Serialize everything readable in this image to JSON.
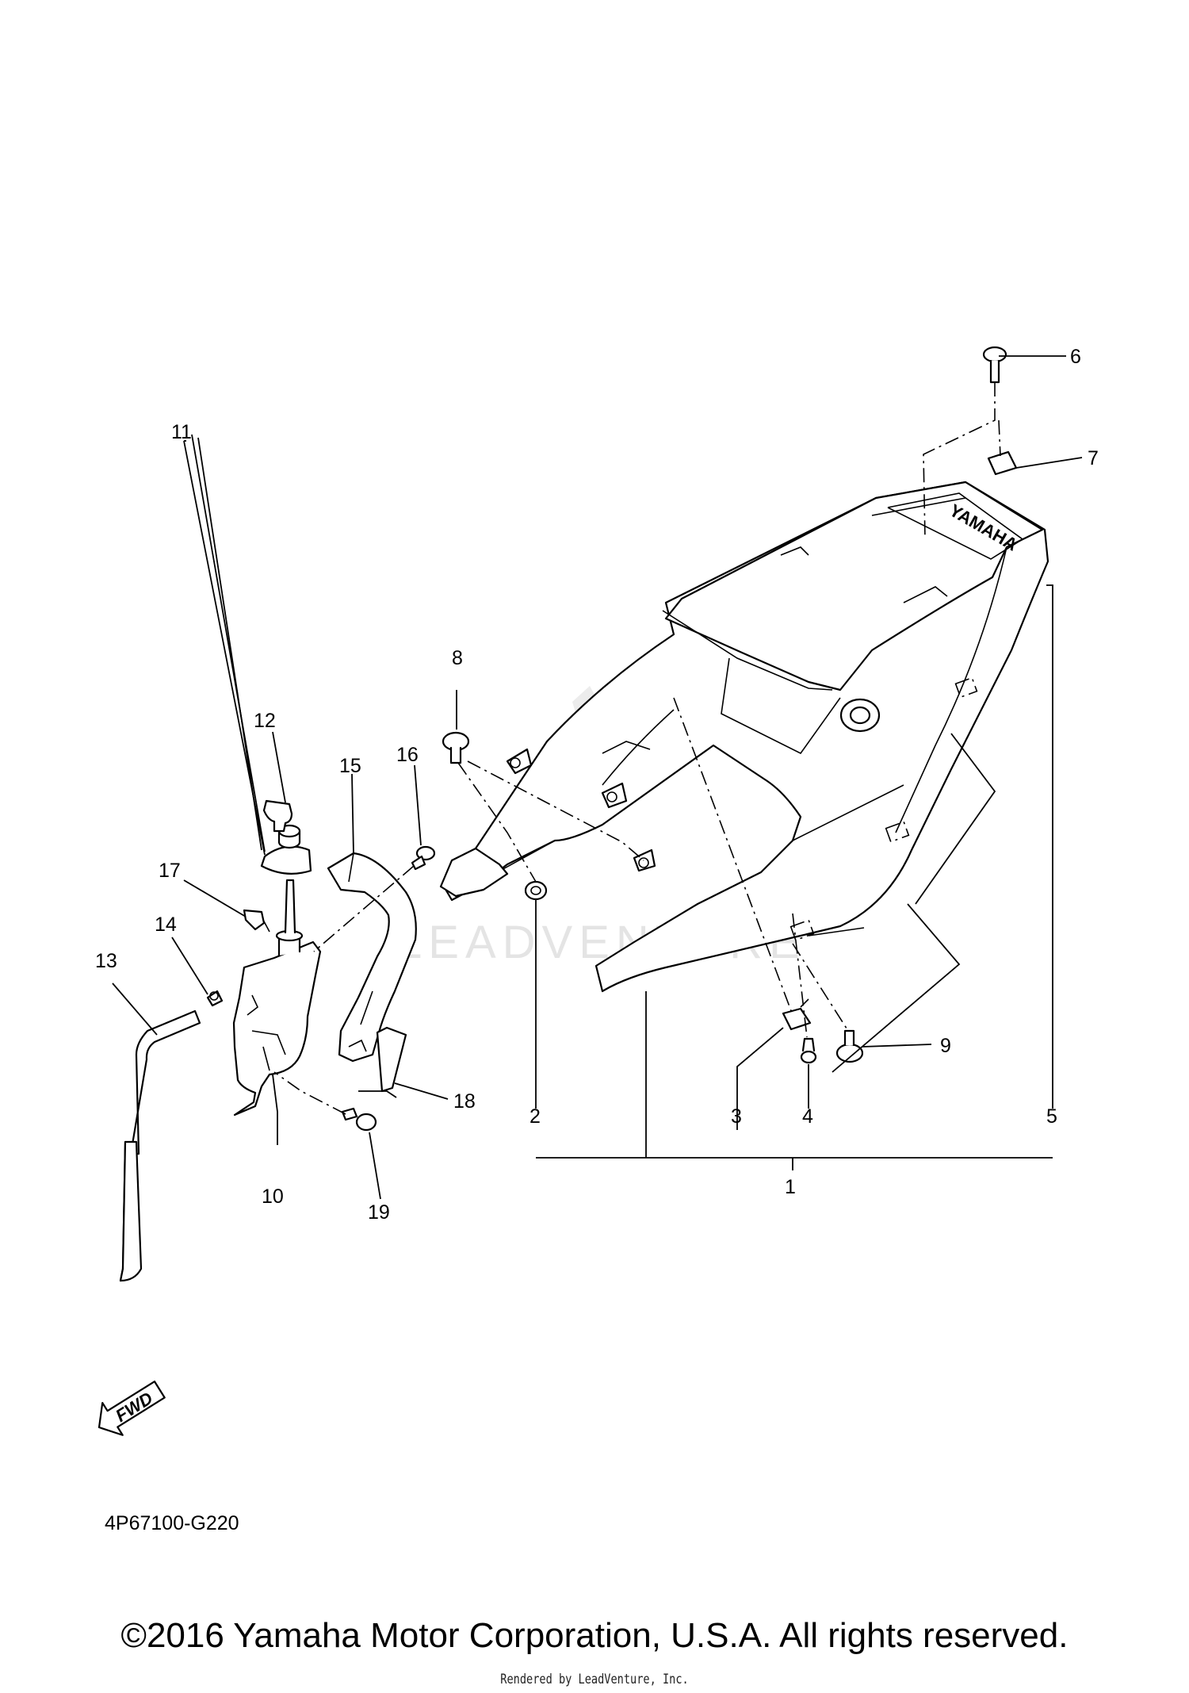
{
  "diagram_code": "4P67100-G220",
  "copyright": "©2016 Yamaha Motor Corporation, U.S.A. All rights reserved.",
  "rendered_by": "Rendered by LeadVenture, Inc.",
  "brand_mark": "YAMAHA",
  "fwd_label": "FWD",
  "watermark_text": "LEADVENTURE",
  "callouts": [
    "1",
    "2",
    "3",
    "4",
    "5",
    "6",
    "7",
    "8",
    "9",
    "10",
    "11",
    "12",
    "13",
    "14",
    "15",
    "16",
    "17",
    "18",
    "19"
  ]
}
